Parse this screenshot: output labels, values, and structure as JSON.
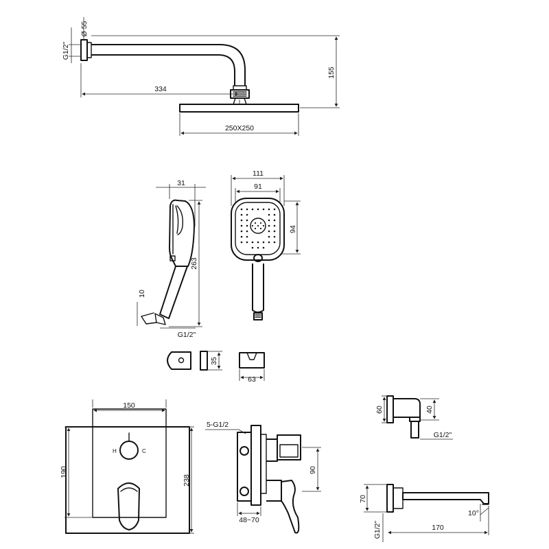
{
  "dimensions": {
    "arm_flange_dia": "Ø 55",
    "arm_thread": "G1/2\"",
    "arm_length": "334",
    "arm_drop": "155",
    "head_size": "250X250",
    "hs_side_depth": "31",
    "hs_side_length": "263",
    "hs_hose_angle": "10",
    "hs_side_thread": "G1/2\"",
    "hs_front_outer": "111",
    "hs_front_inner": "91",
    "hs_front_height": "94",
    "holder_depth": "35",
    "holder_width": "63",
    "plate_inner_width": "150",
    "plate_inner_height": "190",
    "plate_outer_height": "238",
    "box_thread": "5-G1/2",
    "box_spacing": "90",
    "box_depth": "48~70",
    "elbow_height": "60",
    "elbow_width": "40",
    "elbow_thread": "G1/2\"",
    "spout_height": "70",
    "spout_length": "170",
    "spout_angle": "10°",
    "spout_thread": "G1/2\""
  },
  "valve_marks": {
    "left_mark": "H",
    "right_mark": "C"
  }
}
